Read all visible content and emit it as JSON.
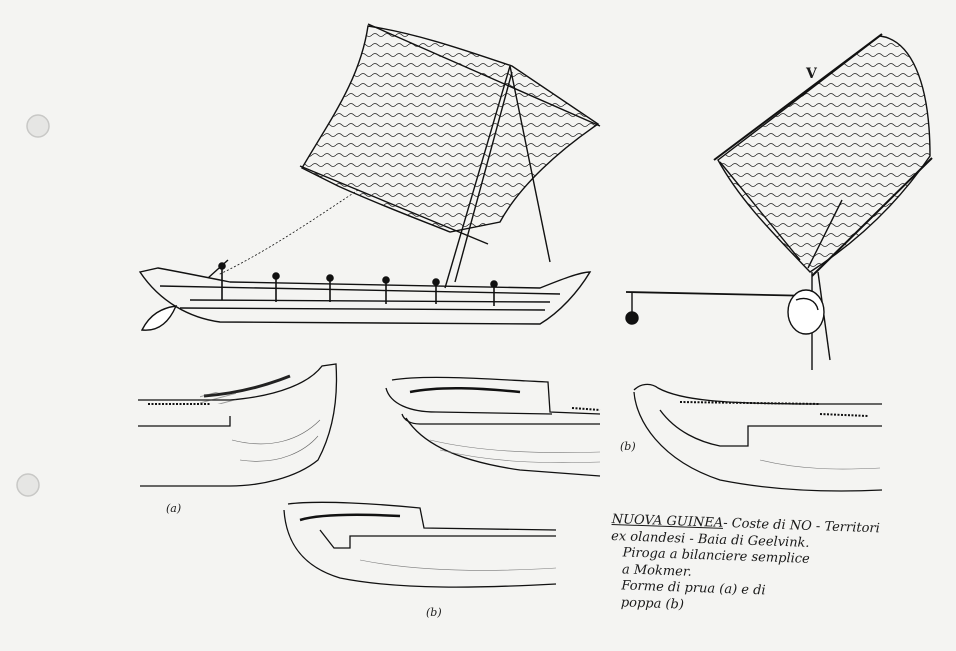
{
  "caption": {
    "line1_head": "NUOVA GUINEA",
    "line1_rest": "- Coste di NO - Territori",
    "line2": "ex olandesi - Baia di Geelvink.",
    "line3": "Piroga a bilanciere semplice",
    "line4": "a Mokmer.",
    "line5": "Forme di prua (a) e di",
    "line6": "poppa (b)"
  },
  "labels": {
    "a": "(a)",
    "b": "(b)",
    "b2": "(b)",
    "v": "V"
  }
}
